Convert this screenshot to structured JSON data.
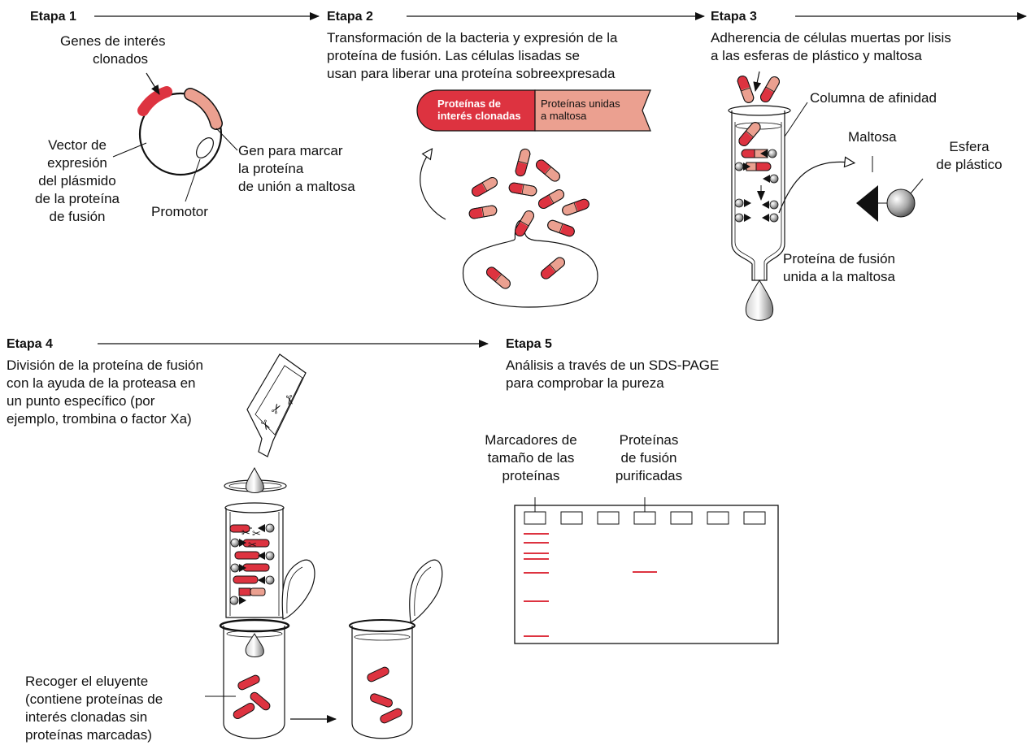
{
  "colors": {
    "red": "#dd3340",
    "pink": "#eba090",
    "gray": "#9a9a9a",
    "line": "#111111"
  },
  "step1": {
    "title": "Etapa 1",
    "genes_label": [
      "Genes de interés",
      "clonados"
    ],
    "vector_label": [
      "Vector de",
      "expresión",
      "del plásmido",
      "de la proteína",
      "de fusión"
    ],
    "promoter_label": "Promotor",
    "tag_gene_label": [
      "Gen para marcar",
      "la proteína",
      "de unión a maltosa"
    ]
  },
  "step2": {
    "title": "Etapa 2",
    "description": [
      "Transformación de la bacteria y expresión de la",
      "proteína de fusión. Las células lisadas se",
      "usan para liberar una proteína sobreexpresada"
    ],
    "badge_left": [
      "Proteínas de",
      "interés clonadas"
    ],
    "badge_right": [
      "Proteínas unidas",
      "a maltosa"
    ]
  },
  "step3": {
    "title": "Etapa 3",
    "description": [
      "Adherencia de células muertas por lisis",
      "a las esferas de plástico y maltosa"
    ],
    "column_label": "Columna de afinidad",
    "maltose_label": "Maltosa",
    "bead_label": [
      "Esfera",
      "de plástico"
    ],
    "fusion_label": [
      "Proteína de fusión",
      "unida a la maltosa"
    ]
  },
  "step4": {
    "title": "Etapa 4",
    "description": [
      "División de la proteína de fusión",
      "con la ayuda de la proteasa en",
      "un punto específico (por",
      "ejemplo, trombina o factor Xa)"
    ],
    "collect_label": [
      "Recoger el eluyente",
      "(contiene proteínas de",
      "interés clonadas sin",
      "proteínas marcadas)"
    ]
  },
  "step5": {
    "title": "Etapa 5",
    "description": [
      "Análisis a través de un SDS-PAGE",
      "para comprobar la pureza"
    ],
    "markers_label": [
      "Marcadores de",
      "tamaño de las",
      "proteínas"
    ],
    "purified_label": [
      "Proteínas",
      "de fusión",
      "purificadas"
    ]
  }
}
